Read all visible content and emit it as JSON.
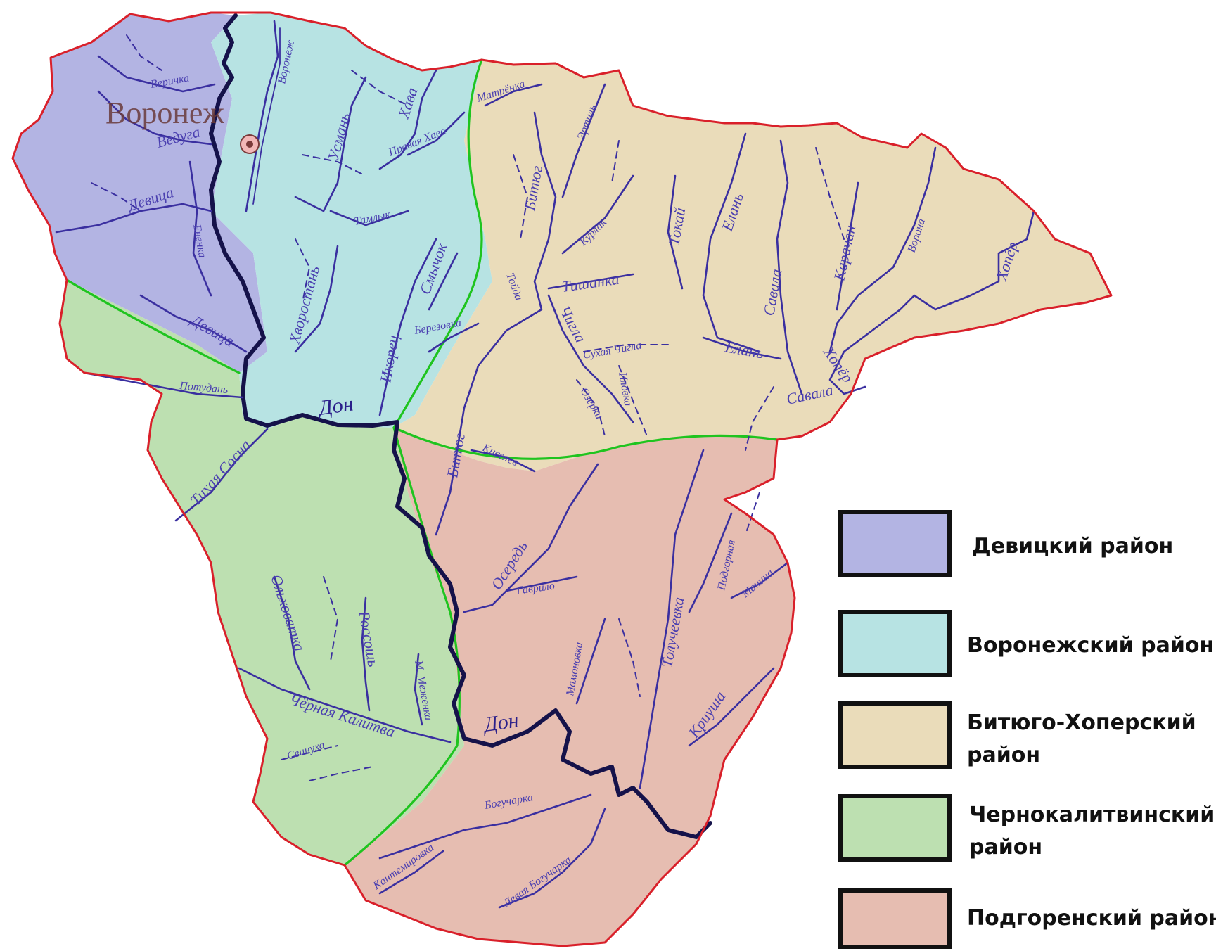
{
  "map": {
    "city": {
      "name": "Воронеж",
      "icon": "city-marker-icon"
    },
    "rivers": {
      "don_1": "Дон",
      "don_2": "Дон",
      "voronezh": "Воронеж",
      "veduga": "Ведуга",
      "devitsa_1": "Девица",
      "devitsa_2": "Девица",
      "veriyka": "Веричка",
      "enenka": "Ененка",
      "potudan": "Потудань",
      "tikhaya_sosna": "Тихая Сосна",
      "usman": "Усмань",
      "khava": "Хава",
      "pravaya_khava": "Правая Хава",
      "tamlyk": "Тамлык",
      "khrenovaya": "Хворостань",
      "ikorets": "Икорец",
      "smychok": "Смычок",
      "berezovka": "Березовка",
      "matrenka": "Матрёнка",
      "ertil": "Эртиль",
      "bityug_1": "Битюг",
      "bityug_2": "Битюг",
      "kurlak": "Курлак",
      "tishanka": "Тишанка",
      "chigla": "Чигла",
      "sukhaya_chigla": "Сухая Чигла",
      "ozerki": "Озерки",
      "toiда": "Тойда",
      "ilovka": "Иловка",
      "kiselev": "Киселев",
      "tokai": "Токай",
      "elan_1": "Елань",
      "elan_2": "Елань",
      "savala_1": "Савала",
      "savala_2": "Савала",
      "karachan": "Карачан",
      "vorona": "Ворона",
      "khoper_1": "Хопёр",
      "khoper_2": "Хопёр",
      "osered": "Осередь",
      "gavrilo": "Гаврило",
      "tolucheevka": "Толучеевка",
      "podgornaya": "Подгорная",
      "manina": "Манина",
      "kriusha": "Криуша",
      "mamonovka": "Мамоновка",
      "olkhovatka": "Ольховатка",
      "rossosh": "Россошь",
      "m_mezhenka": "М. Меженка",
      "chernaya_kalitva": "Чёрная Калитва",
      "svinukha": "Свинуха",
      "boguchar": "Богучарка",
      "levaya_bogucharka": "Левая Богучарка",
      "kantemirovka": "Кантемировка"
    },
    "colors": {
      "devitsky": "#b3b4e3",
      "voronezhsky": "#b7e3e3",
      "bityug_khopersky": "#eadcba",
      "chernokalitvinsky": "#bde0b1",
      "podgorensky": "#e6bdb1",
      "border": "#d9202a",
      "divide": "#1fc41f",
      "river": "#3a2fa0"
    }
  },
  "legend": {
    "items": [
      {
        "label": "Девицкий район",
        "color": "#b3b4e3"
      },
      {
        "label": "Воронежский район",
        "color": "#b7e3e3"
      },
      {
        "label_line1": "Битюго-Хоперский",
        "label_line2": "район",
        "color": "#eadcba"
      },
      {
        "label_line1": "Чернокалитвинский",
        "label_line2": "район",
        "color": "#bde0b1"
      },
      {
        "label": "Подгоренский район",
        "color": "#e6bdb1"
      }
    ]
  }
}
